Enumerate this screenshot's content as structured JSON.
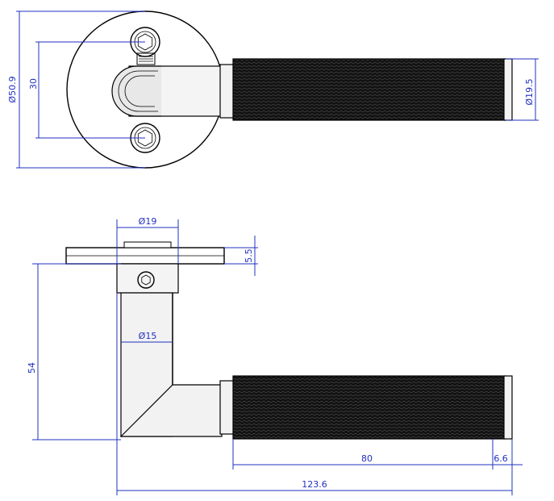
{
  "drawing": {
    "top_view": {
      "dimensions": {
        "rose_diameter": "Ø50.9",
        "screw_spacing": "30",
        "grip_diameter": "Ø19.5"
      }
    },
    "side_view": {
      "dimensions": {
        "neck_diameter": "Ø19",
        "rose_thickness": "5.5",
        "shank_diameter": "Ø15",
        "height": "54",
        "grip_length": "80",
        "end_cap_length": "6.6",
        "overall_length": "123.6"
      }
    }
  },
  "colors": {
    "dimension": "#2030c0",
    "outline": "#000000",
    "grip_fill": "#121212",
    "grip_texture": "#555555",
    "metal_fill": "#f2f2f2"
  }
}
